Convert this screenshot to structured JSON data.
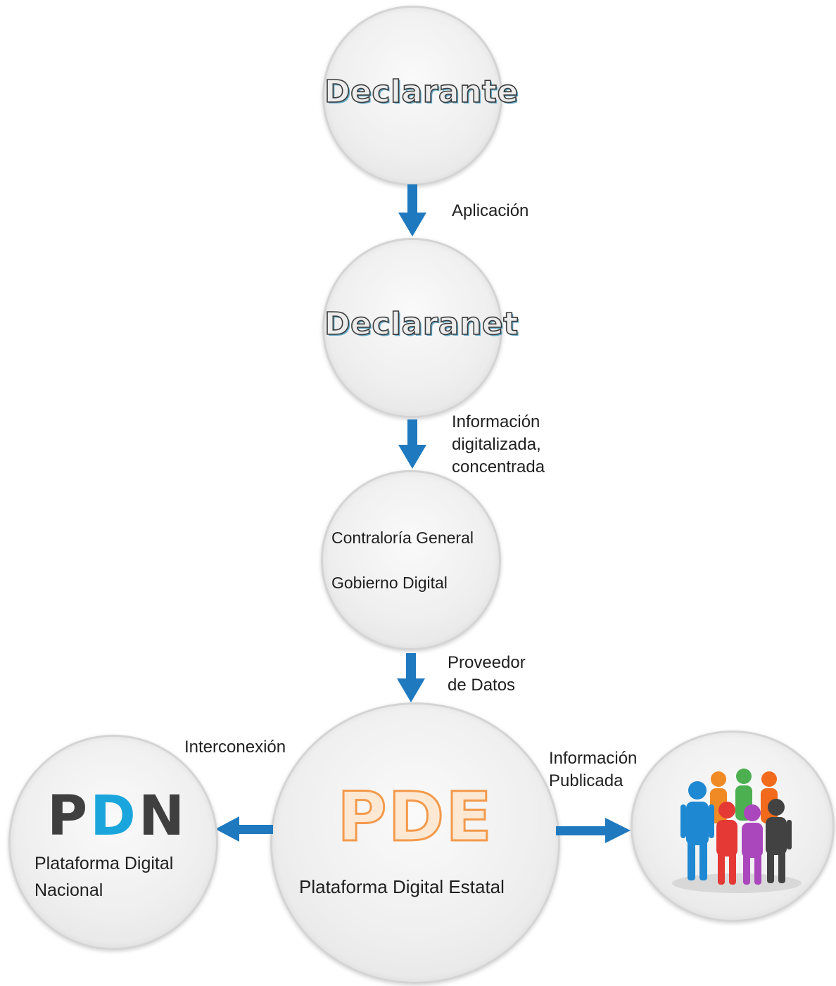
{
  "nodes": {
    "declarante": "Declarante",
    "declaranet": "Declaranet",
    "contraloria": {
      "line1": "Contraloría General",
      "line2": "Gobierno Digital"
    },
    "pde": {
      "logo": "PDE",
      "subtitle": "Plataforma Digital Estatal"
    },
    "pdn": {
      "logo_p": "P",
      "logo_d": "D",
      "logo_n": "N",
      "line1": "Plataforma Digital",
      "line2": "Nacional"
    },
    "public_icon": "people-group-icon"
  },
  "edges": {
    "aplicacion": "Aplicación",
    "informacion_digitalizada": {
      "line1": "Información",
      "line2": "digitalizada,",
      "line3": "concentrada"
    },
    "proveedor": {
      "line1": "Proveedor",
      "line2": "de Datos"
    },
    "interconexion": "Interconexión",
    "informacion_publicada": {
      "line1": "Información",
      "line2": "Publicada"
    }
  },
  "colors": {
    "arrow": "#1f79bf",
    "pdn_accent": "#1aa6dc",
    "pde_orange": "#f29a4c"
  }
}
